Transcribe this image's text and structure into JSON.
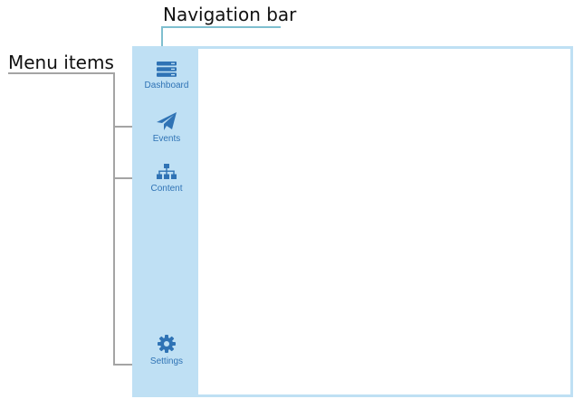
{
  "callouts": {
    "navigation_bar": "Navigation bar",
    "menu_items": "Menu items"
  },
  "sidebar": {
    "items": [
      {
        "label": "Dashboard",
        "icon": "server-stack-icon"
      },
      {
        "label": "Events",
        "icon": "paper-plane-icon"
      },
      {
        "label": "Content",
        "icon": "sitemap-icon"
      },
      {
        "label": "Settings",
        "icon": "gear-icon"
      }
    ]
  },
  "colors": {
    "sidebar_bg": "#bfe0f4",
    "accent": "#2f73b5",
    "nav_callout_line": "#7fbfcf",
    "menu_callout_line": "#a4a4a4"
  }
}
